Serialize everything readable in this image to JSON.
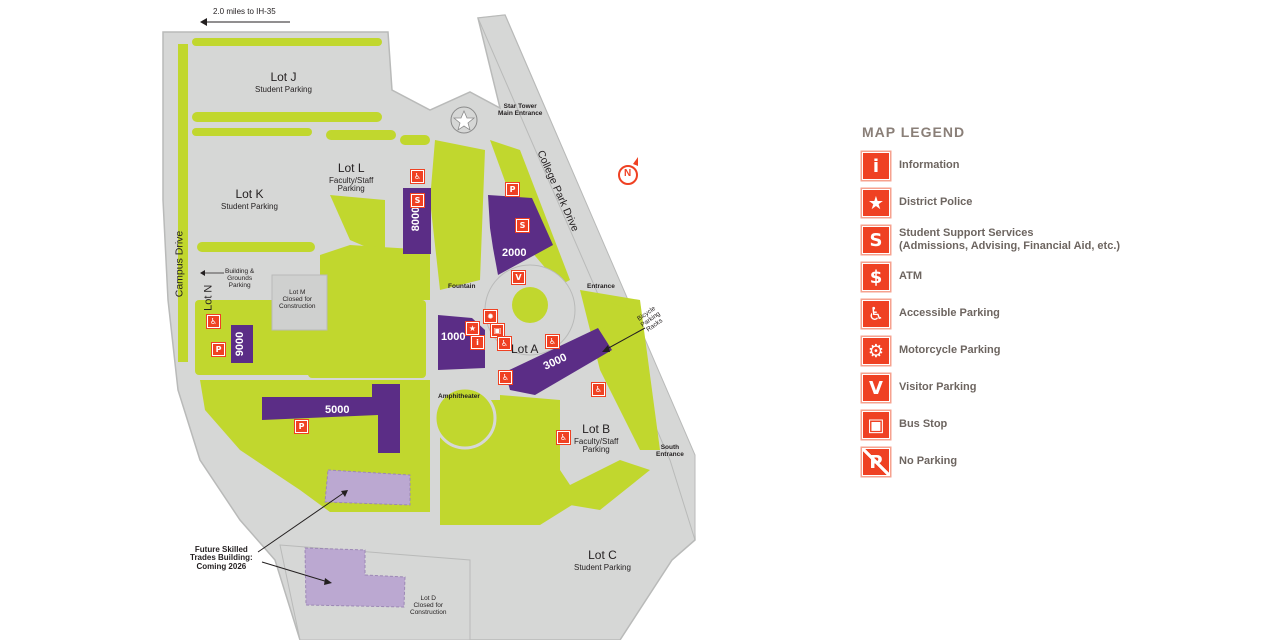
{
  "directions": {
    "ih35": "2.0 miles to IH-35"
  },
  "roads": {
    "campus_drive": "Campus Drive",
    "college_park_drive": "College Park Drive"
  },
  "compass": {
    "letter": "N"
  },
  "lots": {
    "j": {
      "name": "Lot J",
      "sub": "Student Parking"
    },
    "k": {
      "name": "Lot K",
      "sub": "Student Parking"
    },
    "l": {
      "name": "Lot L",
      "sub1": "Faculty/Staff",
      "sub2": "Parking"
    },
    "m": {
      "name": "Lot M",
      "sub1": "Closed for",
      "sub2": "Construction"
    },
    "n": {
      "name": "Lot N"
    },
    "a": {
      "name": "Lot A"
    },
    "b": {
      "name": "Lot B",
      "sub1": "Faculty/Staff",
      "sub2": "Parking"
    },
    "c": {
      "name": "Lot C",
      "sub": "Student Parking"
    },
    "d": {
      "name": "Lot D",
      "sub1": "Closed for",
      "sub2": "Construction"
    }
  },
  "buildings": {
    "b1000": "1000",
    "b2000": "2000",
    "b3000": "3000",
    "b5000": "5000",
    "b8000": "8000",
    "b9000": "9000"
  },
  "landmarks": {
    "star_tower_1": "Star Tower",
    "star_tower_2": "Main Entrance",
    "fountain": "Fountain",
    "amphitheater": "Amphitheater",
    "entrance": "Entrance",
    "south_entrance_1": "South",
    "south_entrance_2": "Entrance",
    "bicycle_1": "Bicycle",
    "bicycle_2": "Parking",
    "bicycle_3": "Racks",
    "grounds_1": "Building &",
    "grounds_2": "Grounds",
    "grounds_3": "Parking",
    "future_1": "Future Skilled",
    "future_2": "Trades Building:",
    "future_3": "Coming 2026"
  },
  "colors": {
    "green": "#c1d72e",
    "paving": "#d6d7d6",
    "building": "#5b2d86",
    "future": "#bba8d1",
    "accent": "#ef4123"
  },
  "legend": {
    "title": "MAP LEGEND",
    "items": [
      {
        "icon": "info-icon",
        "glyph": "i",
        "label": "Information"
      },
      {
        "icon": "police-badge-icon",
        "glyph": "★",
        "label": "District Police"
      },
      {
        "icon": "student-services-icon",
        "glyph": "S",
        "label": "Student Support Services",
        "label2": "(Admissions, Advising, Financial Aid, etc.)"
      },
      {
        "icon": "atm-icon",
        "glyph": "$",
        "label": "ATM"
      },
      {
        "icon": "accessible-parking-icon",
        "glyph": "♿",
        "label": "Accessible Parking"
      },
      {
        "icon": "motorcycle-parking-icon",
        "glyph": "⚙",
        "label": "Motorcycle Parking"
      },
      {
        "icon": "visitor-parking-icon",
        "glyph": "V",
        "label": "Visitor Parking"
      },
      {
        "icon": "bus-stop-icon",
        "glyph": "▣",
        "label": "Bus Stop"
      },
      {
        "icon": "no-parking-icon",
        "glyph": "P",
        "label": "No Parking"
      }
    ]
  }
}
